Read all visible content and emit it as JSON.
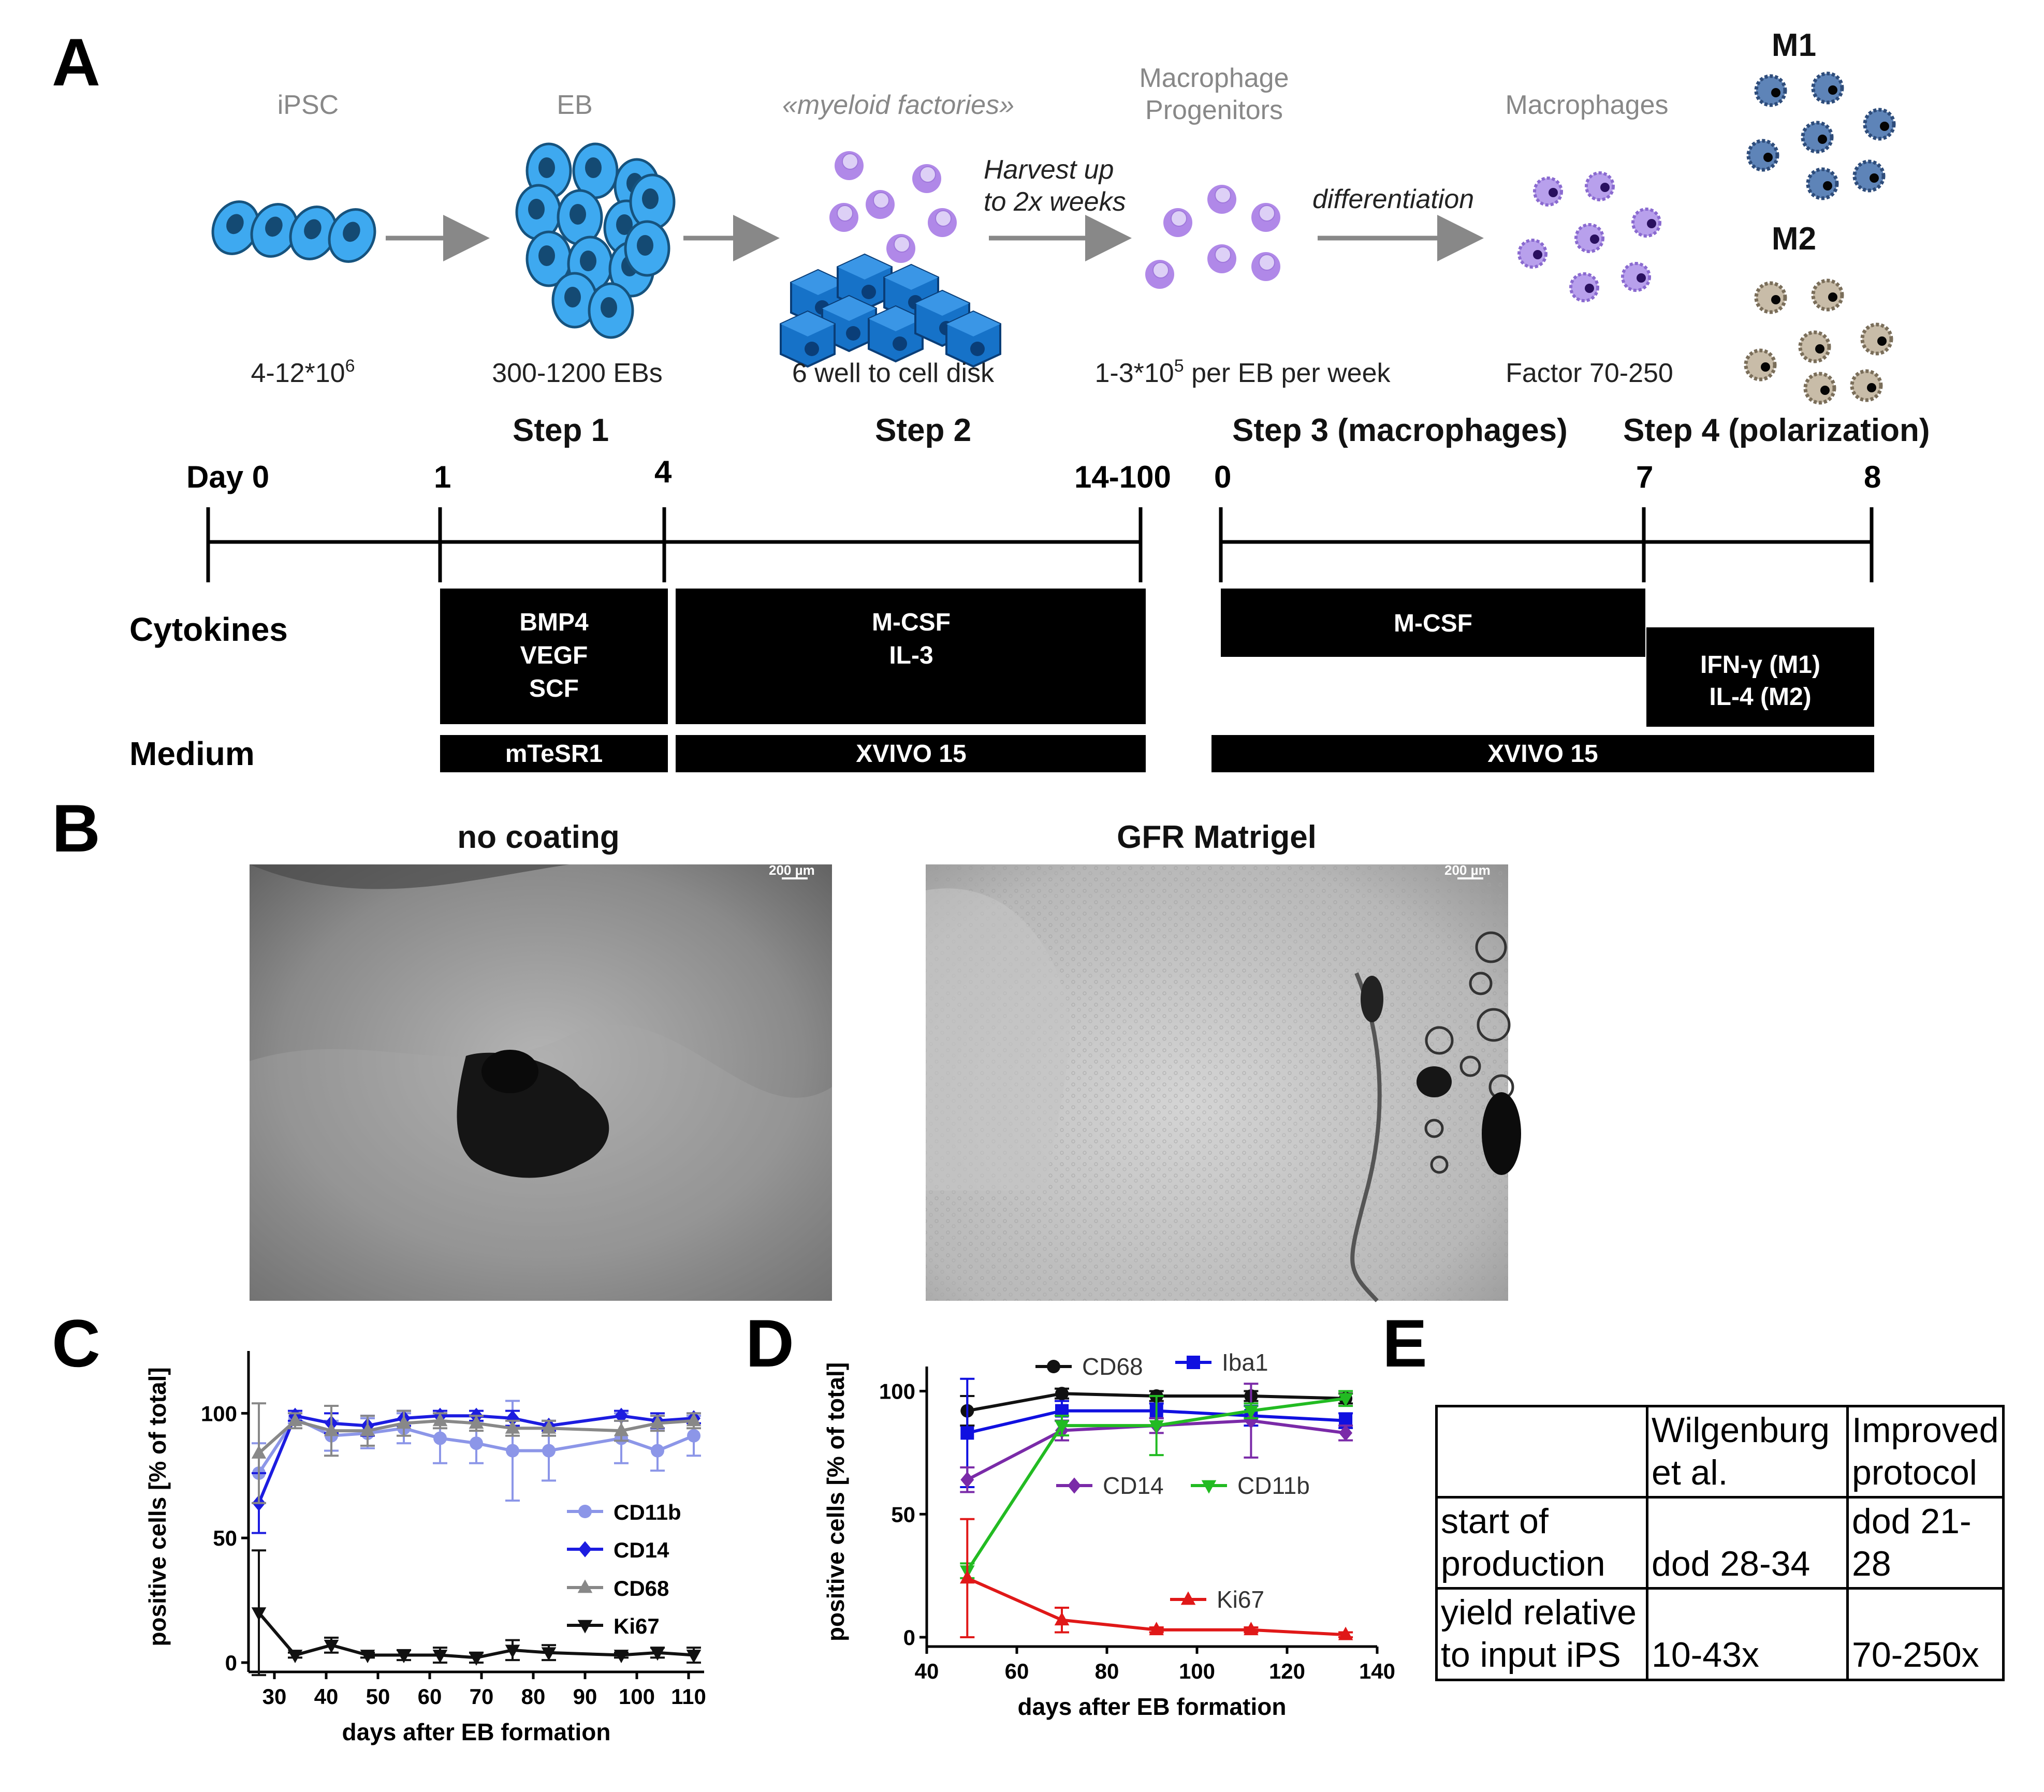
{
  "panels": {
    "a": "A",
    "b": "B",
    "c": "C",
    "d": "D",
    "e": "E"
  },
  "panel_a": {
    "stages": [
      {
        "name": "iPSC",
        "amount": "4-12*10",
        "amount_sup": "6"
      },
      {
        "name": "EB",
        "amount": "300-1200 EBs"
      },
      {
        "name": "«myeloid factories»",
        "amount": "6 well to cell disk"
      },
      {
        "name_line1": "Macrophage",
        "name_line2": "Progenitors",
        "amount": "1-3*10",
        "amount_sup": "5",
        "amount_tail": " per EB per week"
      },
      {
        "name": "Macrophages",
        "amount": "Factor 70-250"
      }
    ],
    "arrow_labels": {
      "harvest_line1": "Harvest up",
      "harvest_line2": "to 2x weeks",
      "differentiation": "differentiation"
    },
    "polarization": {
      "m1": "M1",
      "m2": "M2"
    },
    "steps": [
      "Step 1",
      "Step 2",
      "Step 3 (macrophages)",
      "Step 4 (polarization)"
    ],
    "timeline_1": {
      "labels": [
        "Day 0",
        "1",
        "4",
        "14-100"
      ]
    },
    "timeline_2": {
      "labels": [
        "0",
        "7",
        "8"
      ]
    },
    "row_headers": {
      "cytokines": "Cytokines",
      "medium": "Medium"
    },
    "cytokine_boxes": [
      {
        "lines": [
          "BMP4",
          "VEGF",
          "SCF"
        ]
      },
      {
        "lines": [
          "M-CSF",
          "IL-3"
        ]
      },
      {
        "lines": [
          "M-CSF"
        ]
      },
      {
        "lines": [
          "IFN-γ (M1)",
          "IL-4 (M2)"
        ]
      }
    ],
    "medium_boxes": [
      "mTeSR1",
      "XVIVO 15",
      "XVIVO 15"
    ]
  },
  "panel_b": {
    "titles": [
      "no coating",
      "GFR Matrigel"
    ],
    "scale_bar": "200 µm"
  },
  "colors": {
    "cd11b": "#8c96e8",
    "cd14_c": "#1c1ce0",
    "cd68_c": "#888888",
    "ki67_c": "#111111",
    "cd68_d": "#111111",
    "iba1": "#1010e0",
    "cd14_d": "#7a2aa8",
    "cd11b_d": "#22bb22",
    "ki67_d": "#e01818",
    "cells_blue": "#3ea9f0",
    "cells_purple": "#b088e8"
  },
  "chart_data": [
    {
      "type": "line",
      "title": "",
      "xlabel": "days after EB formation",
      "ylabel": "positive cells [% of total]",
      "xlim": [
        25,
        113
      ],
      "ylim": [
        0,
        125
      ],
      "xticks": [
        30,
        40,
        50,
        60,
        70,
        80,
        90,
        100,
        110
      ],
      "yticks": [
        0,
        50,
        100
      ],
      "legend": "right",
      "series": [
        {
          "name": "CD11b",
          "marker": "circle",
          "x": [
            27,
            34,
            41,
            48,
            55,
            62,
            69,
            76,
            83,
            97,
            104,
            111
          ],
          "y": [
            76,
            98,
            91,
            92,
            94,
            90,
            88,
            85,
            85,
            90,
            85,
            91
          ],
          "err": [
            12,
            2,
            6,
            6,
            6,
            10,
            8,
            20,
            12,
            10,
            8,
            8
          ]
        },
        {
          "name": "CD14",
          "marker": "diamond",
          "x": [
            27,
            34,
            41,
            48,
            55,
            62,
            69,
            76,
            83,
            97,
            104,
            111
          ],
          "y": [
            64,
            99,
            96,
            95,
            98,
            99,
            99,
            98,
            95,
            99,
            97,
            98
          ],
          "err": [
            12,
            2,
            4,
            4,
            3,
            2,
            2,
            3,
            2,
            2,
            3,
            2
          ]
        },
        {
          "name": "CD68",
          "marker": "triangle",
          "x": [
            27,
            34,
            41,
            48,
            55,
            62,
            69,
            76,
            83,
            97,
            104,
            111
          ],
          "y": [
            84,
            97,
            93,
            93,
            96,
            97,
            96,
            94,
            94,
            93,
            96,
            97
          ],
          "err": [
            20,
            3,
            10,
            6,
            5,
            3,
            3,
            3,
            3,
            4,
            3,
            3
          ]
        },
        {
          "name": "Ki67",
          "marker": "triangle-down",
          "x": [
            27,
            34,
            41,
            48,
            55,
            62,
            69,
            76,
            83,
            97,
            104,
            111
          ],
          "y": [
            20,
            3,
            7,
            3,
            3,
            3,
            2,
            5,
            4,
            3,
            4,
            3
          ],
          "err": [
            25,
            1,
            3,
            1,
            2,
            3,
            2,
            4,
            3,
            1,
            2,
            3
          ]
        }
      ]
    },
    {
      "type": "line",
      "title": "",
      "xlabel": "days after EB formation",
      "ylabel": "positive cells [% of total]",
      "xlim": [
        40,
        140
      ],
      "ylim": [
        0,
        110
      ],
      "xticks": [
        40,
        60,
        80,
        100,
        120,
        140
      ],
      "yticks": [
        0,
        50,
        100
      ],
      "legend": "inline",
      "series": [
        {
          "name": "CD68",
          "marker": "circle",
          "x": [
            49,
            70,
            91,
            112,
            133
          ],
          "y": [
            92,
            99,
            98,
            98,
            97
          ],
          "err": [
            6,
            2,
            2,
            2,
            2
          ]
        },
        {
          "name": "Iba1",
          "marker": "square",
          "x": [
            49,
            70,
            91,
            112,
            133
          ],
          "y": [
            83,
            92,
            92,
            90,
            88
          ],
          "err": [
            22,
            4,
            3,
            4,
            3
          ]
        },
        {
          "name": "CD14",
          "marker": "diamond",
          "x": [
            49,
            70,
            91,
            112,
            133
          ],
          "y": [
            64,
            84,
            86,
            88,
            83
          ],
          "err": [
            5,
            4,
            3,
            15,
            3
          ]
        },
        {
          "name": "CD11b",
          "marker": "triangle-down",
          "x": [
            49,
            70,
            91,
            112,
            133
          ],
          "y": [
            27,
            86,
            86,
            92,
            97
          ],
          "err": [
            3,
            4,
            12,
            3,
            3
          ]
        },
        {
          "name": "Ki67",
          "marker": "triangle",
          "x": [
            49,
            70,
            91,
            112,
            133
          ],
          "y": [
            24,
            7,
            3,
            3,
            1
          ],
          "err": [
            24,
            5,
            1,
            1,
            1
          ]
        }
      ]
    }
  ],
  "table": {
    "header": [
      "",
      "Wilgenburg et al.",
      "Improved protocol"
    ],
    "rows": [
      [
        "start of production",
        "dod 28-34",
        "dod 21-28"
      ],
      [
        "yield relative to input iPS",
        "10-43x",
        "70-250x"
      ]
    ]
  }
}
